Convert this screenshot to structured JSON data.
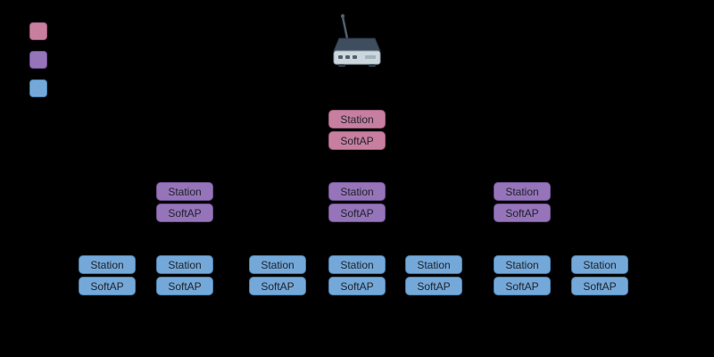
{
  "background": "#000000",
  "legend": {
    "items": [
      {
        "id": "root-node",
        "color": "#c77e9f"
      },
      {
        "id": "intermediate-parent-node",
        "color": "#9674b9"
      },
      {
        "id": "leaf-node",
        "color": "#74a8d8"
      }
    ]
  },
  "router": {
    "icon": "router-icon"
  },
  "colors": {
    "root_fill": "#c77e9f",
    "root_border": "#9c5c7c",
    "intermediate_fill": "#9674b9",
    "intermediate_border": "#6f5191",
    "leaf_fill": "#74a8d8",
    "leaf_border": "#4a7fae",
    "box_text": "#20242c"
  },
  "nodes": [
    {
      "type": "root",
      "station": "Station",
      "softap": "SoftAP"
    },
    {
      "type": "intermediate",
      "station": "Station",
      "softap": "SoftAP"
    },
    {
      "type": "intermediate",
      "station": "Station",
      "softap": "SoftAP"
    },
    {
      "type": "intermediate",
      "station": "Station",
      "softap": "SoftAP"
    },
    {
      "type": "leaf",
      "station": "Station",
      "softap": "SoftAP"
    },
    {
      "type": "leaf",
      "station": "Station",
      "softap": "SoftAP"
    },
    {
      "type": "leaf",
      "station": "Station",
      "softap": "SoftAP"
    },
    {
      "type": "leaf",
      "station": "Station",
      "softap": "SoftAP"
    },
    {
      "type": "leaf",
      "station": "Station",
      "softap": "SoftAP"
    },
    {
      "type": "leaf",
      "station": "Station",
      "softap": "SoftAP"
    },
    {
      "type": "leaf",
      "station": "Station",
      "softap": "SoftAP"
    }
  ]
}
